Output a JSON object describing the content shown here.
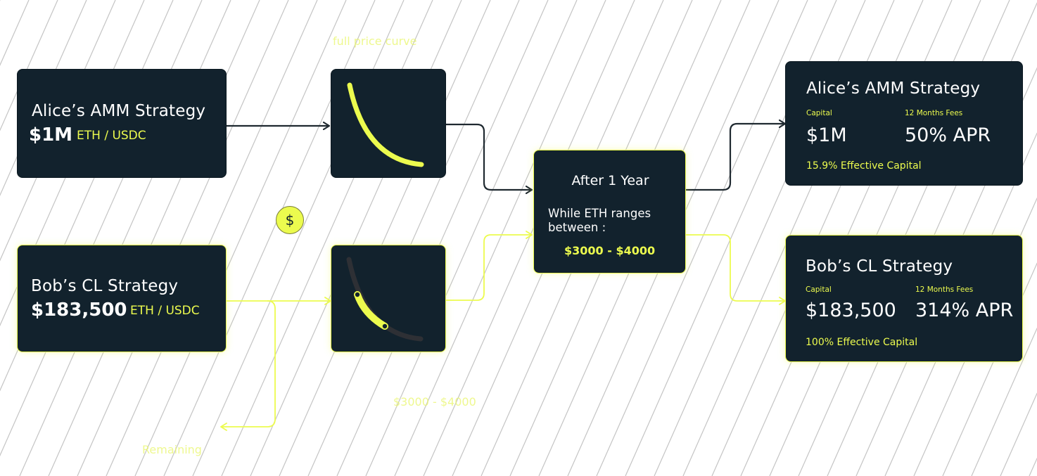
{
  "labels": {
    "full_price_curve": "full price curve",
    "range_bottom": "$3000 - $4000",
    "remaining": "Remaining",
    "coin_symbol": "$"
  },
  "alice_input": {
    "title": "Alice’s AMM Strategy",
    "amount": "$1M",
    "pair": "ETH / USDC"
  },
  "bob_input": {
    "title": "Bob’s CL Strategy",
    "amount": "$183,500",
    "pair": "ETH / USDC"
  },
  "middle": {
    "title": "After 1 Year",
    "line1": "While ETH ranges",
    "line2": "between :",
    "range": "$3000 - $4000"
  },
  "alice_result": {
    "title": "Alice’s AMM Strategy",
    "capital_label": "Capital",
    "capital_value": "$1M",
    "fees_label": "12 Months Fees",
    "fees_value": "50% APR",
    "effective": "15.9% Effective Capital"
  },
  "bob_result": {
    "title": "Bob’s CL Strategy",
    "capital_label": "Capital",
    "capital_value": "$183,500",
    "fees_label": "12 Months Fees",
    "fees_value": "314% APR",
    "effective": "100% Effective Capital"
  },
  "colors": {
    "card_bg": "#12222d",
    "accent_yellow": "#ecfb4e",
    "stripe_gray": "#c4c4c4",
    "arrow_dark": "#1f2930",
    "curve_inactive": "#2e3035"
  },
  "icons": {
    "coin": "dollar-coin-icon",
    "alice_curve": "full-price-curve-icon",
    "bob_curve": "concentrated-range-curve-icon"
  }
}
